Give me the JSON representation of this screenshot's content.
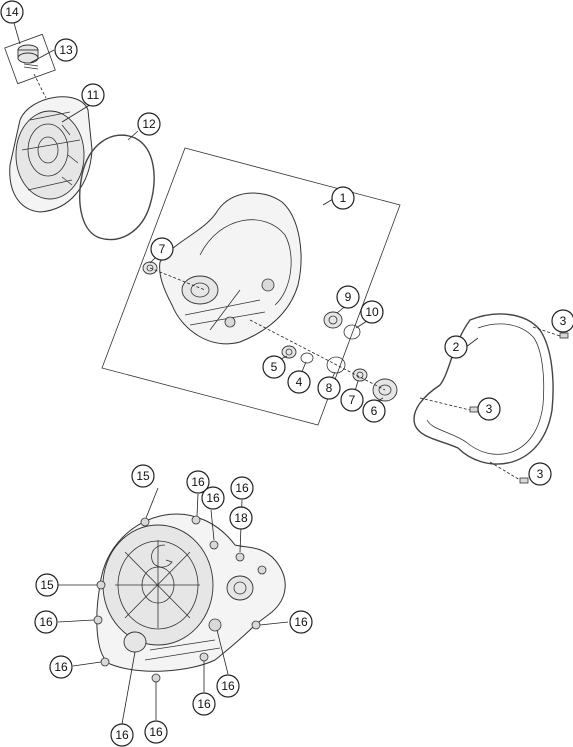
{
  "callouts": {
    "c14": "14",
    "c13": "13",
    "c11": "11",
    "c12": "12",
    "c1": "1",
    "c7a": "7",
    "c9": "9",
    "c10": "10",
    "c5": "5",
    "c4": "4",
    "c8": "8",
    "c7b": "7",
    "c6": "6",
    "c2": "2",
    "c3a": "3",
    "c3b": "3",
    "c3c": "3",
    "c15a": "15",
    "c16a": "16",
    "c16b": "16",
    "c16c": "16",
    "c18": "18",
    "c15b": "15",
    "c16d": "16",
    "c16e": "16",
    "c16f": "16",
    "c16g": "16",
    "c16h": "16",
    "c16i": "16",
    "c16j": "16"
  },
  "icons": {
    "cover_logo": "stylized-G-logo"
  }
}
